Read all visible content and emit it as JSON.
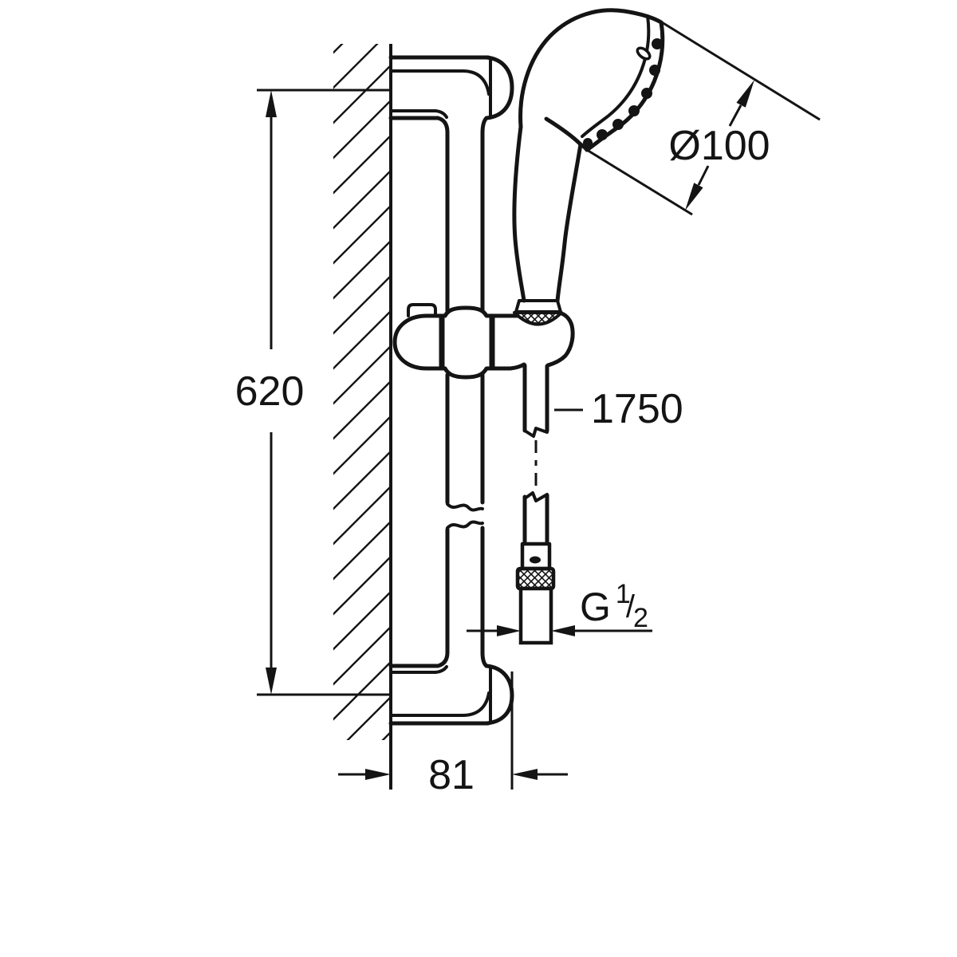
{
  "drawing": {
    "kind": "technical-dimension-drawing",
    "subject": "wall-mounted shower rail set with hand shower and hose",
    "colors": {
      "ink": "#141414",
      "background": "#ffffff"
    },
    "labels": {
      "rail_height": "620",
      "head_diameter": "Ø100",
      "hose_length": "1750",
      "thread": {
        "g": "G",
        "numerator": "1",
        "slash": "/",
        "denominator": "2"
      },
      "rail_offset": "81"
    }
  }
}
